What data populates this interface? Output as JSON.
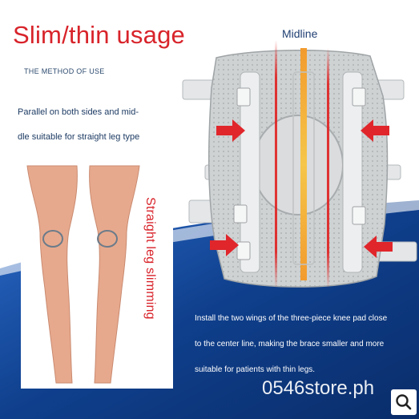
{
  "title": "Slim/thin usage",
  "method_heading": "THE METHOD OF USE",
  "description": {
    "line1": "Parallel on both sides and mid-",
    "line2": "dle suitable for straight leg type"
  },
  "midline_label": "Midline",
  "vertical_label": "Straight leg slimming",
  "install_text": {
    "line1": "Install the two wings of the three-piece knee pad close",
    "line2": "to the center line, making the brace smaller and more",
    "line3": "suitable for patients with thin legs."
  },
  "watermark": "0546store.ph",
  "icons": {
    "search": "search-icon",
    "arrows": "red-arrow-icon"
  },
  "colors": {
    "accent_red": "#d8232a",
    "navy": "#1f3f72",
    "blue_bg": "#0f3f8c",
    "skin": "#e7a98d",
    "brace_gray": "#c8cbcc"
  }
}
